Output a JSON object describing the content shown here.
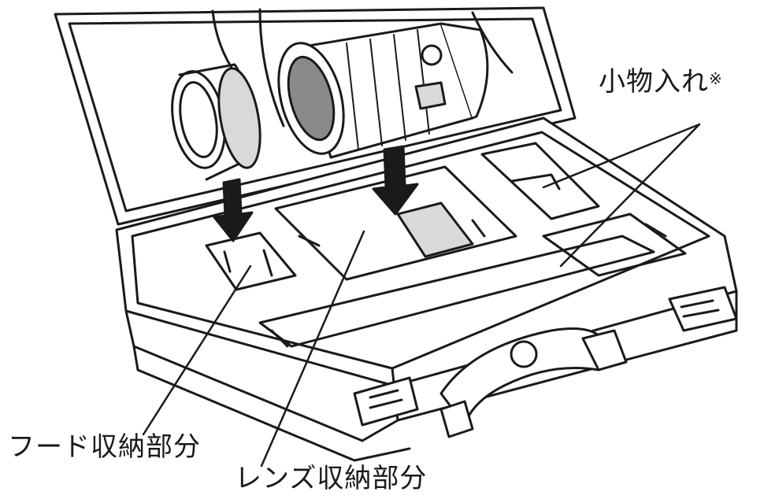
{
  "labels": {
    "small_items": "小物入れ",
    "small_items_mark": "※",
    "hood_storage": "フード収納部分",
    "lens_storage": "レンズ収納部分"
  },
  "colors": {
    "line": "#1a1a1a",
    "fill": "#ffffff",
    "shade": "#d9d9d9",
    "dark": "#8a8a8a"
  }
}
